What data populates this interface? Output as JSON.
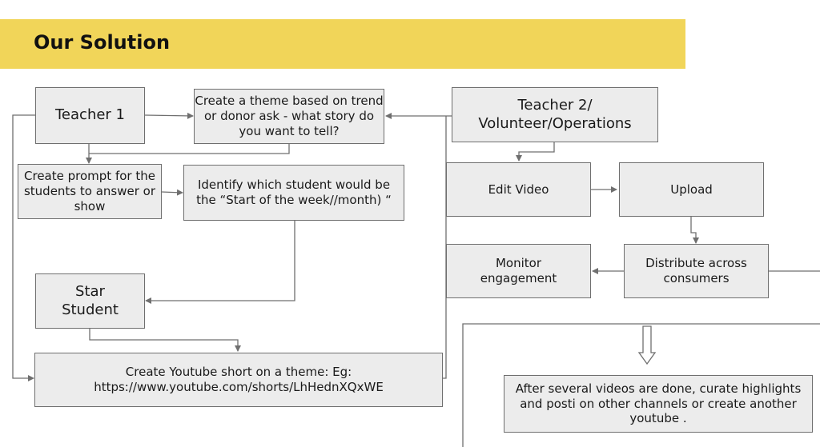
{
  "header": {
    "title": "Our Solution"
  },
  "nodes": {
    "teacher1": "Teacher 1",
    "theme": "Create a theme based on trend or donor ask - what story do you want to tell?",
    "prompt": "Create prompt for the students to answer or show",
    "identify": "Identify which student would be the “Start of the week//month) “",
    "star": "Star Student",
    "short": "Create Youtube short on a theme: Eg: https://www.youtube.com/shorts/LhHednXQxWE",
    "teacher2": "Teacher 2/ Volunteer/Operations",
    "edit": "Edit Video",
    "upload": "Upload",
    "distribute": "Distribute across consumers",
    "monitor": "Monitor engagement",
    "curate": "After several videos are done, curate highlights and posti on other channels or create another youtube ."
  },
  "colors": {
    "banner": "#f1d559",
    "box_fill": "#ececec",
    "box_border": "#6f6f6f",
    "connector": "#6f6f6f"
  }
}
